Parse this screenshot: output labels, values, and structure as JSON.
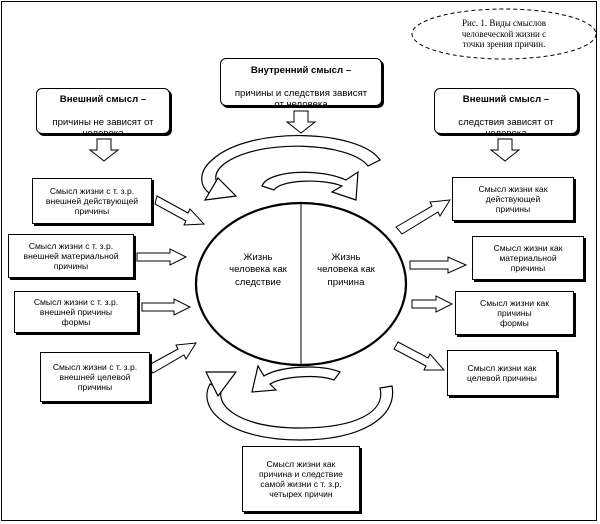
{
  "caption": {
    "text": "Рис. 1.   Виды смыслов\nчеловеческой  жизни с\nточки зрения причин."
  },
  "inner_meaning": {
    "title": "Внутренний смысл –",
    "subtitle": "причины и следствия зависят\nот человека"
  },
  "outer_meaning_left": {
    "title": "Внешний смысл –",
    "subtitle": "причины не зависят от\nчеловека"
  },
  "outer_meaning_right": {
    "title": "Внешний смысл –",
    "subtitle": "следствия зависят от\nчеловека"
  },
  "left_boxes": [
    "Смысл жизни с т. з.р.\nвнешней действующей\nпричины",
    "Смысл жизни с т. з.р.\nвнешней материальной\nпричины",
    "Смысл жизни с т. з.р.\nвнешней причины\nформы",
    "Смысл жизни с т. з.р.\nвнешней целевой\nпричины"
  ],
  "right_boxes": [
    "Смысл жизни как\nдействующей\nпричины",
    "Смысл жизни как\nматериальной\nпричины",
    "Смысл жизни как\nпричины\nформы",
    "Смысл жизни как\nцелевой причины"
  ],
  "circle": {
    "left_text": "Жизнь\nчеловека как\nследствие",
    "right_text": "Жизнь\nчеловека как\nпричина"
  },
  "bottom_box": {
    "text": "Смысл жизни как\nпричина и следствие\nсамой жизни с т. з.р.\nчетырех причин"
  }
}
